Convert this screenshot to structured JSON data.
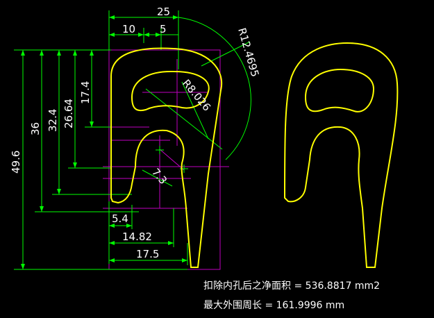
{
  "colors": {
    "background": "#000000",
    "profile": "#ffff00",
    "dimension": "#00ff00",
    "construction": "#c000c0",
    "text": "#ffffff"
  },
  "dimensions": {
    "top_width": "25",
    "top_left": "10",
    "top_mid": "5",
    "radius_outer": "R12.4695",
    "radius_inner": "R8.026",
    "diag_small": "7.3",
    "height_total": "49.6",
    "height_36": "36",
    "height_32": "32.4",
    "height_26": "26.64",
    "height_17": "17.4",
    "width_5": "5.4",
    "width_14": "14.82",
    "width_17": "17.5"
  },
  "info": {
    "area": "扣除内孔后之净面积 = 536.8817 mm2",
    "perimeter": "最大外围周长 = 161.9996 mm"
  }
}
